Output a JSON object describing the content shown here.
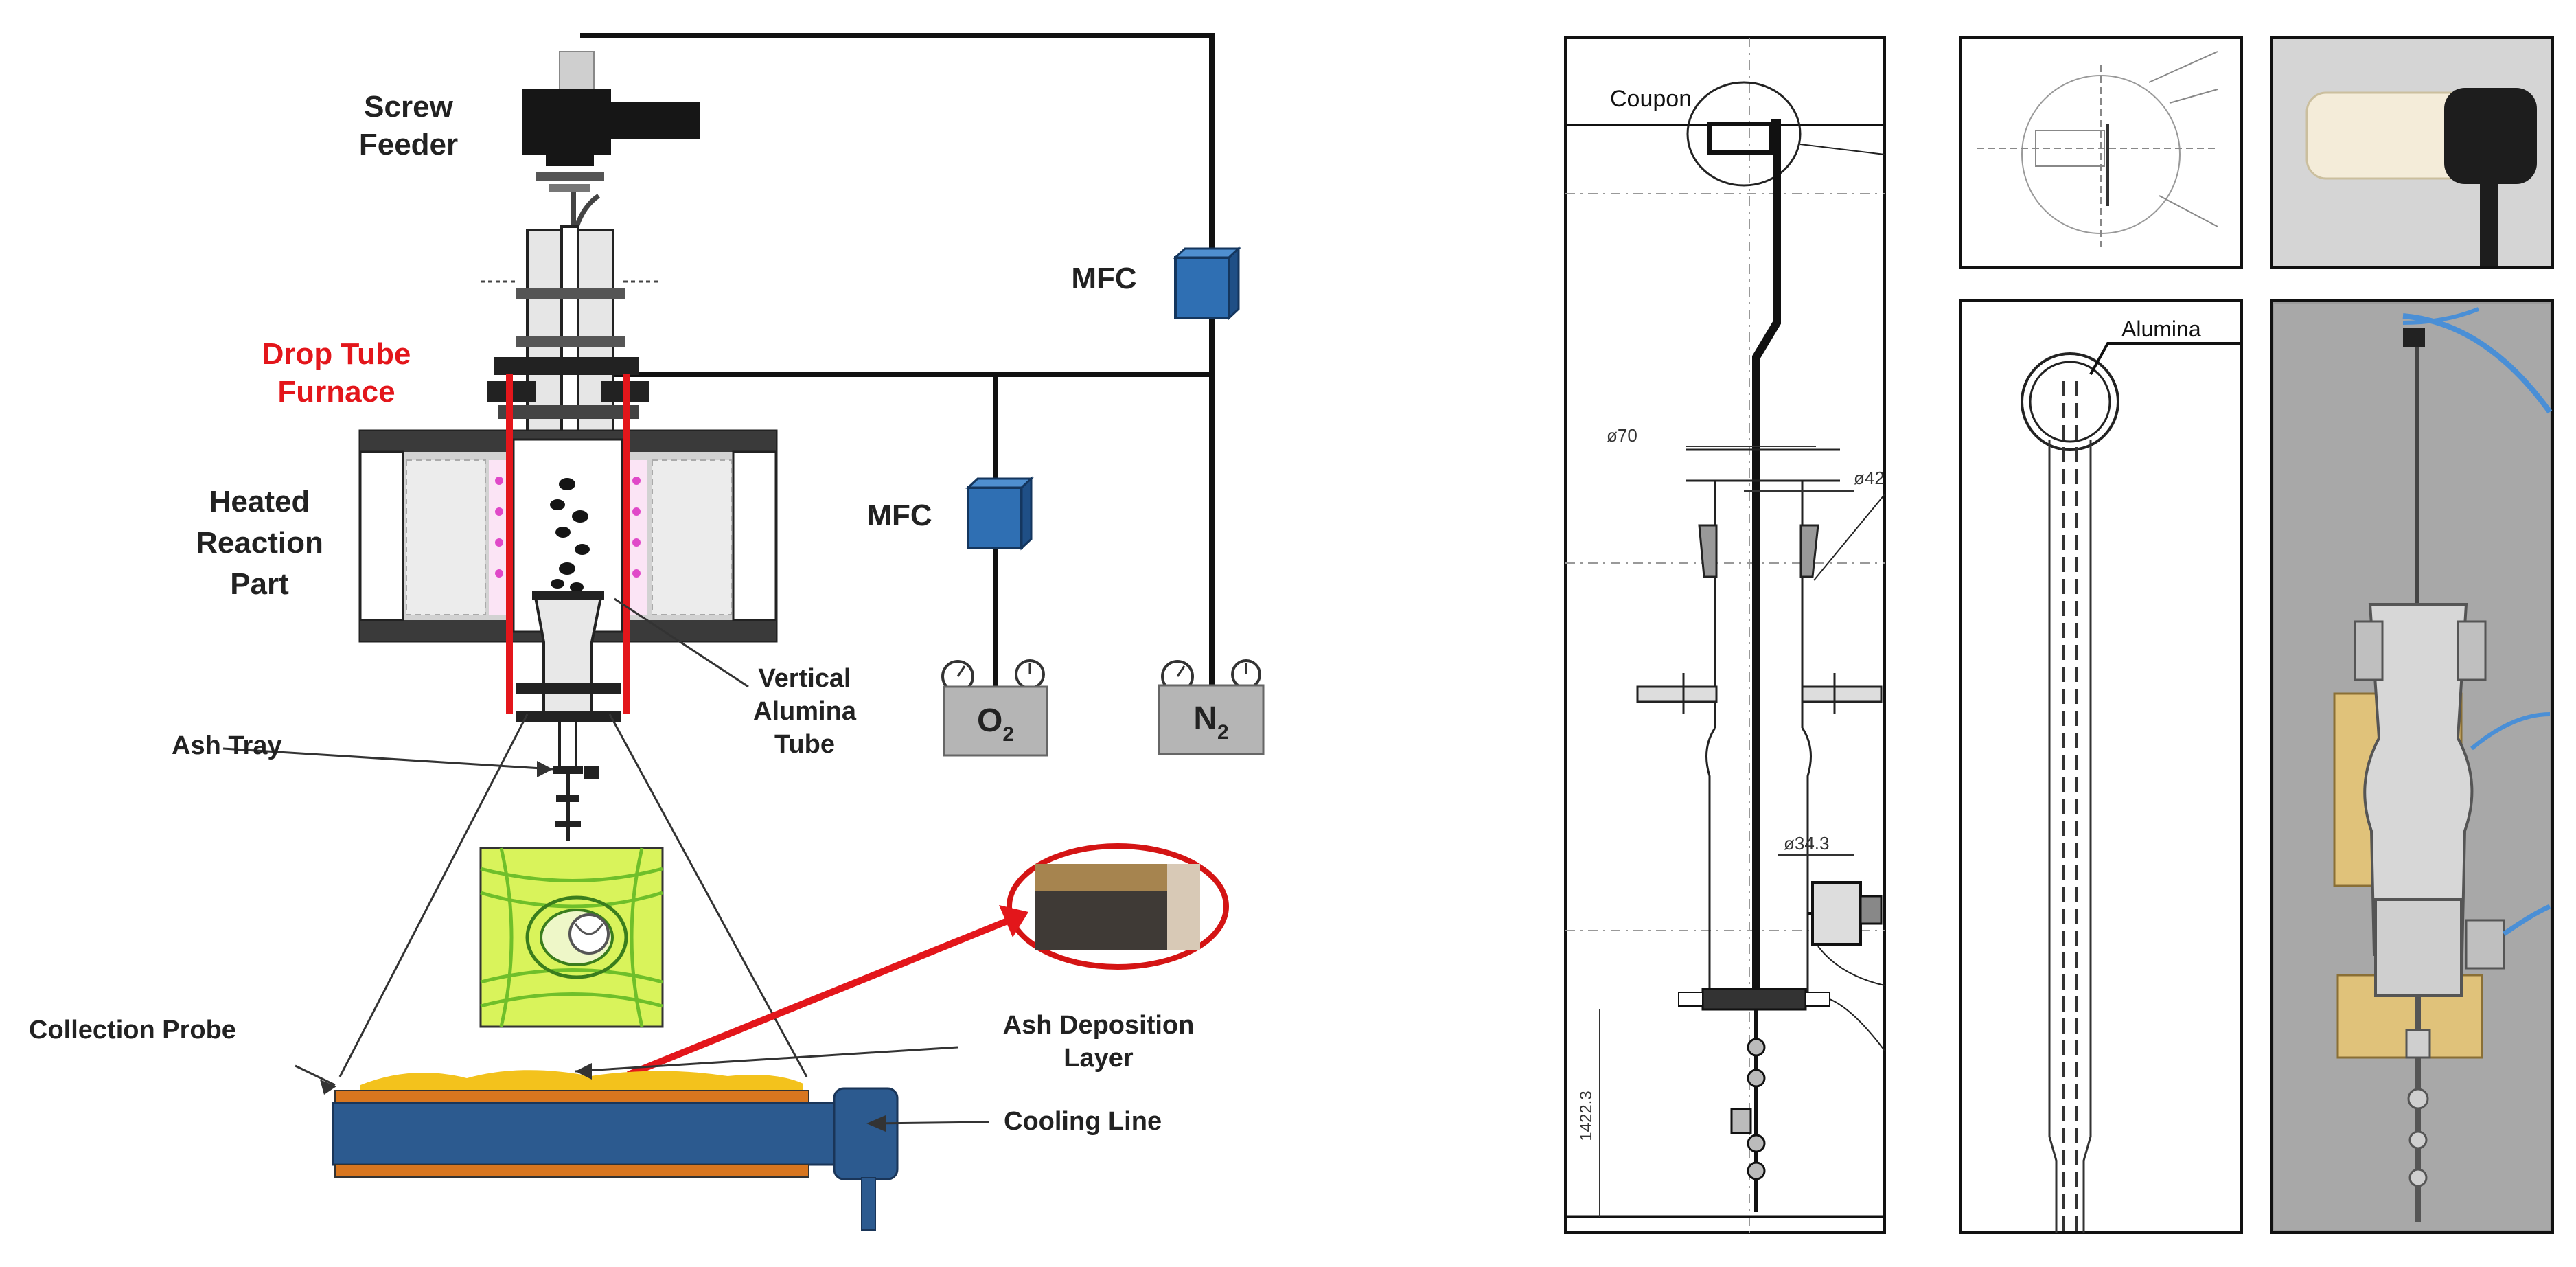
{
  "left_diagram": {
    "labels": {
      "screw_feeder_1": "Screw",
      "screw_feeder_2": "Feeder",
      "drop_tube_1": "Drop Tube",
      "drop_tube_2": "Furnace",
      "heated_1": "Heated",
      "heated_2": "Reaction",
      "heated_3": "Part",
      "mfc_top": "MFC",
      "mfc_mid": "MFC",
      "vertical_1": "Vertical",
      "vertical_2": "Alumina",
      "vertical_3": "Tube",
      "ash_tray": "Ash Tray",
      "collection_probe": "Collection Probe",
      "ash_deposition_1": "Ash Deposition",
      "ash_deposition_2": "Layer",
      "cooling_line": "Cooling Line",
      "gas_o2": "O",
      "gas_o2_sub": "2",
      "gas_n2": "N",
      "gas_n2_sub": "2"
    },
    "colors": {
      "red_label": "#e3161b",
      "mfc_blue": "#2f6fb3",
      "probe_blue": "#2c5a8f",
      "probe_orange": "#d8761f",
      "ash_yellow": "#f3c21c",
      "gas_gray": "#b5b5b5"
    }
  },
  "cad_drawing": {
    "coupon_label": "Coupon",
    "dim_outer": "ø70",
    "dim_inner": "ø42",
    "dim_mid": "ø34.3",
    "dim_vertical": "1422.3"
  },
  "detail_drawing": {
    "alumina_label": "Alumina"
  }
}
